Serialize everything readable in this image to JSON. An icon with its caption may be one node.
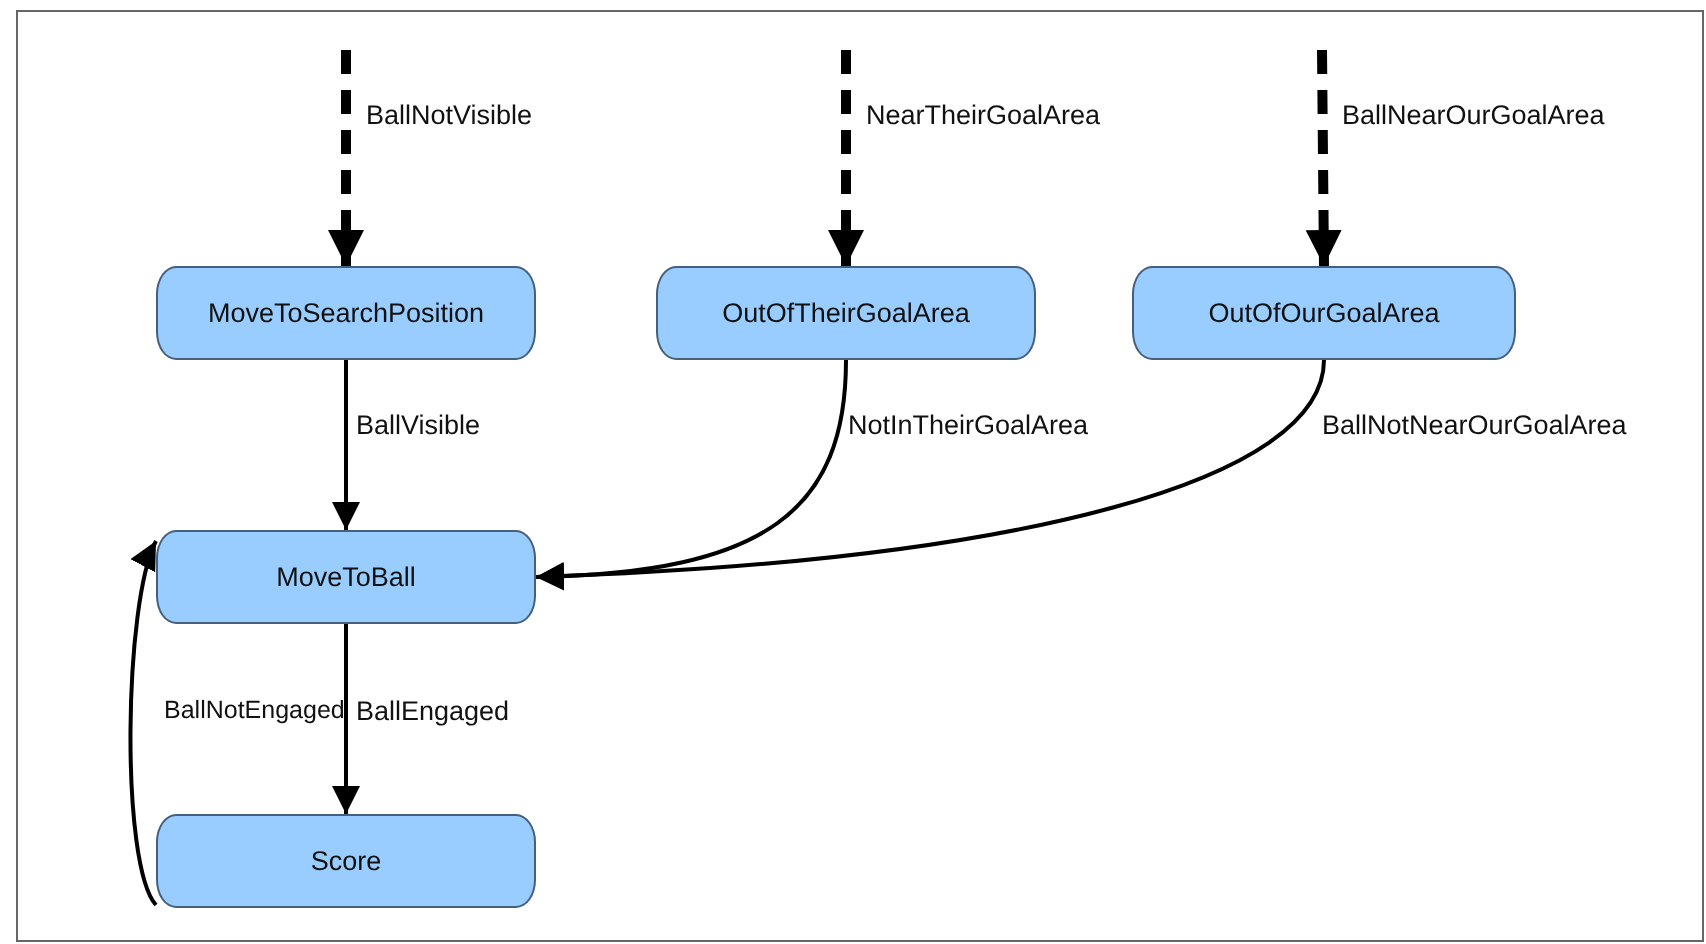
{
  "diagram": {
    "nodes": [
      {
        "text": [
          "MoveToSearchPosition"
        ]
      },
      {
        "text": [
          "OutOfTheirGoalArea"
        ]
      },
      {
        "text": [
          "OutOfOurGoalArea"
        ]
      },
      {
        "text": [
          "MoveToBall"
        ]
      },
      {
        "text": [
          "Score"
        ]
      }
    ],
    "edges": [
      {
        "from": null,
        "to": 0,
        "arrow": "to",
        "label": "BallNotVisible",
        "style": "dashed"
      },
      {
        "from": null,
        "to": 1,
        "arrow": "to",
        "label": "NearTheirGoalArea",
        "style": "dashed"
      },
      {
        "from": null,
        "to": 2,
        "arrow": "to",
        "label": "BallNearOurGoalArea",
        "style": "dashed"
      },
      {
        "from": 0,
        "to": 3,
        "arrow": "to",
        "label": "BallVisible"
      },
      {
        "from": 1,
        "to": 3,
        "arrow": "to",
        "label": "NotInTheirGoalArea"
      },
      {
        "from": 2,
        "to": 3,
        "arrow": "to",
        "label": "BallNotNearOurGoalArea"
      },
      {
        "from": 3,
        "to": 4,
        "arrow": "to",
        "label": "BallEngaged"
      },
      {
        "from": 4,
        "to": 3,
        "arrow": "to",
        "label": "BallNotEngaged"
      }
    ]
  }
}
